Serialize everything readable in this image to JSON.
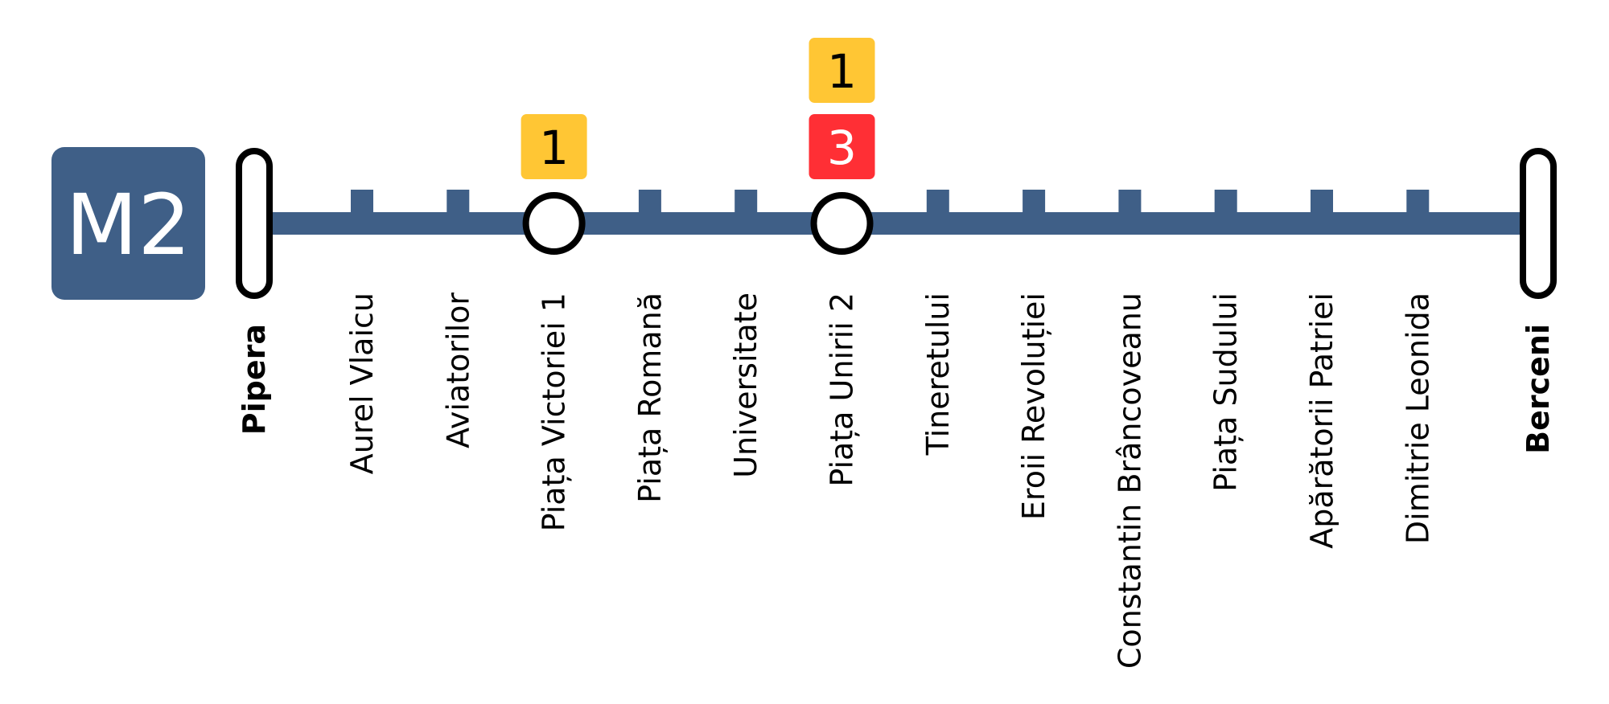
{
  "line": {
    "name": "M2",
    "color": "#3f5f87"
  },
  "stations": [
    {
      "name": "Pipera",
      "type": "terminal"
    },
    {
      "name": "Aurel Vlaicu",
      "type": "stop"
    },
    {
      "name": "Aviatorilor",
      "type": "stop"
    },
    {
      "name": "Piața Victoriei 1",
      "type": "interchange",
      "connections": [
        {
          "line": "1",
          "color": "#ffc634",
          "text_color": "#000000"
        }
      ]
    },
    {
      "name": "Piața Romană",
      "type": "stop"
    },
    {
      "name": "Universitate",
      "type": "stop"
    },
    {
      "name": "Piața Unirii 2",
      "type": "interchange",
      "connections": [
        {
          "line": "3",
          "color": "#ff2f35",
          "text_color": "#ffffff"
        },
        {
          "line": "1",
          "color": "#ffc634",
          "text_color": "#000000"
        }
      ]
    },
    {
      "name": "Tineretului",
      "type": "stop"
    },
    {
      "name": "Eroii Revoluției",
      "type": "stop"
    },
    {
      "name": "Constantin Brâncoveanu",
      "type": "stop"
    },
    {
      "name": "Piața Sudului",
      "type": "stop"
    },
    {
      "name": "Apărătorii Patriei",
      "type": "stop"
    },
    {
      "name": "Dimitrie Leonida",
      "type": "stop"
    },
    {
      "name": "Berceni",
      "type": "terminal"
    }
  ]
}
